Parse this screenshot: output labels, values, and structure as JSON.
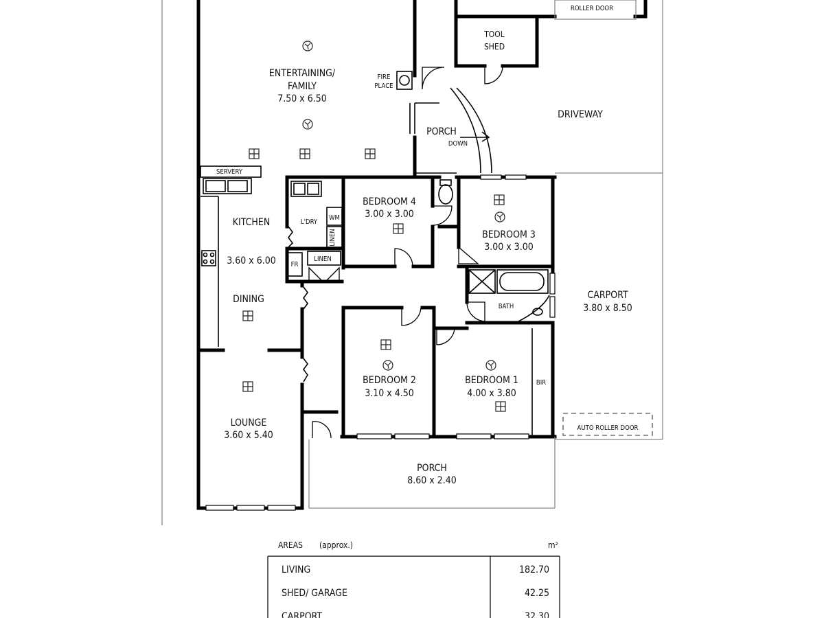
{
  "rooms": {
    "entertaining_name": "ENTERTAINING/",
    "entertaining_name2": "FAMILY",
    "entertaining_dims": "7.50 x 6.50",
    "fireplace_1": "FIRE",
    "fireplace_2": "PLACE",
    "porch_upper": "PORCH",
    "down": "DOWN",
    "driveway": "DRIVEWAY",
    "tool_shed_1": "TOOL",
    "tool_shed_2": "SHED",
    "roller_door": "ROLLER DOOR",
    "servery": "SERVERY",
    "kitchen_name": "KITCHEN",
    "kitchen_dims": "3.60 x 6.00",
    "laundry": "L'DRY",
    "wm": "WM",
    "linen_v": "LINEN",
    "linen_h": "LINEN",
    "fr": "FR",
    "dining": "DINING",
    "bedroom4_name": "BEDROOM 4",
    "bedroom4_dims": "3.00 x 3.00",
    "bedroom3_name": "BEDROOM 3",
    "bedroom3_dims": "3.00 x 3.00",
    "bath": "BATH",
    "carport_name": "CARPORT",
    "carport_dims": "3.80 x 8.50",
    "bedroom2_name": "BEDROOM 2",
    "bedroom2_dims": "3.10 x 4.50",
    "bedroom1_name": "BEDROOM 1",
    "bedroom1_dims": "4.00 x 3.80",
    "bir": "BIR",
    "auto_roller_door": "AUTO ROLLER DOOR",
    "lounge_name": "LOUNGE",
    "lounge_dims": "3.60 x 5.40",
    "porch_lower_name": "PORCH",
    "porch_lower_dims": "8.60 x 2.40"
  },
  "areas": {
    "title": "AREAS",
    "subtitle": "(approx.)",
    "unit": "m²",
    "rows": [
      {
        "label": "LIVING",
        "value": "182.70"
      },
      {
        "label": "SHED/ GARAGE",
        "value": "42.25"
      },
      {
        "label": "CARPORT",
        "value": "32.30"
      }
    ]
  }
}
